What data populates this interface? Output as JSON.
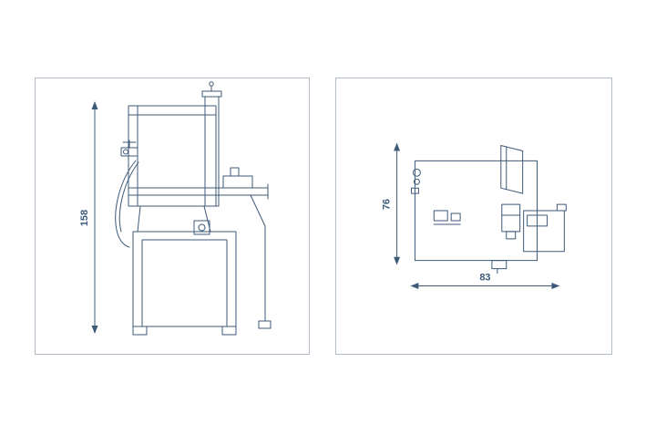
{
  "page": {
    "background": "#ffffff"
  },
  "colors": {
    "line": "#3d5a78",
    "panel_border": "#b3bdc8"
  },
  "front_view": {
    "height_dim": "158"
  },
  "side_view": {
    "height_dim": "76",
    "width_dim": "83"
  }
}
